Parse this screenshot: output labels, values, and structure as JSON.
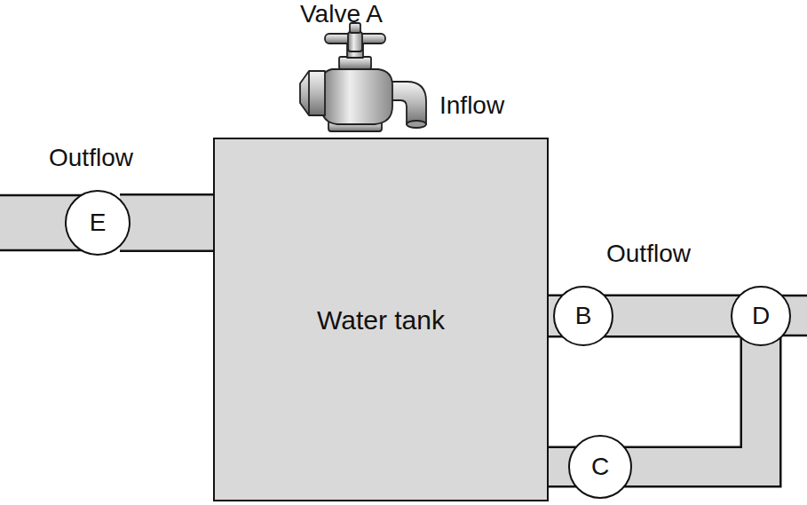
{
  "diagram": {
    "nodes": [
      {
        "text": [
          "E"
        ]
      },
      {
        "text": [
          "Water tank"
        ]
      },
      {
        "text": [
          "B"
        ]
      },
      {
        "text": [
          "D"
        ]
      },
      {
        "text": [
          "C"
        ]
      }
    ],
    "edges": [
      {
        "from": 1,
        "to": 0,
        "arrow": "none"
      },
      {
        "from": 1,
        "to": 2,
        "arrow": "none"
      },
      {
        "from": 2,
        "to": 3,
        "arrow": "none"
      },
      {
        "from": 1,
        "to": 4,
        "arrow": "none"
      },
      {
        "from": 4,
        "to": 3,
        "arrow": "none"
      }
    ],
    "labels": [
      "Valve A",
      "Inflow",
      "Outflow",
      "Outflow"
    ]
  }
}
